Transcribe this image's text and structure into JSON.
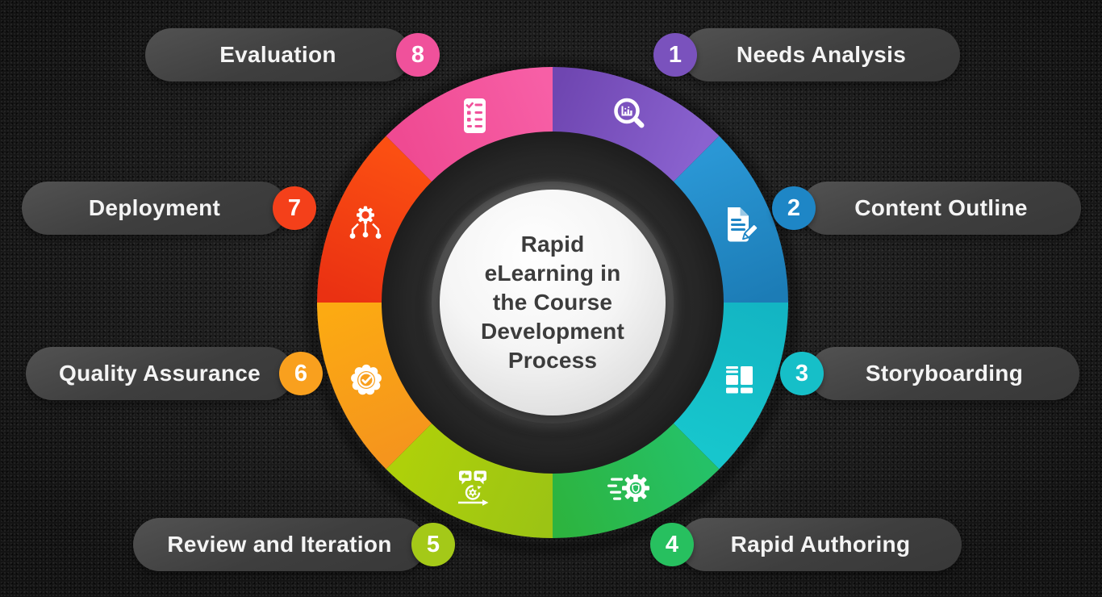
{
  "page": {
    "background_color": "#1f1f1f"
  },
  "center": {
    "title_text": "Rapid eLearning in the Course Development Process",
    "title_lines": [
      "Rapid",
      "eLearning in",
      "the Course",
      "Development",
      "Process"
    ],
    "text_color": "#3c3c3c"
  },
  "steps": [
    {
      "number": "1",
      "label": "Needs Analysis",
      "icon": "magnifier-chart-icon",
      "badge_color": "#7a52bd",
      "wedge_colors": [
        "#6f46b1",
        "#8a62cf"
      ]
    },
    {
      "number": "2",
      "label": "Content Outline",
      "icon": "document-edit-icon",
      "badge_color": "#1e86c6",
      "wedge_colors": [
        "#2a97d5",
        "#1c7cb6"
      ]
    },
    {
      "number": "3",
      "label": "Storyboarding",
      "icon": "layout-grid-icon",
      "badge_color": "#16bfc8",
      "wedge_colors": [
        "#13b5c3",
        "#17c6cd"
      ]
    },
    {
      "number": "4",
      "label": "Rapid Authoring",
      "icon": "speeding-gear-icon",
      "badge_color": "#27c05f",
      "wedge_colors": [
        "#25c167",
        "#2db43f"
      ]
    },
    {
      "number": "5",
      "label": "Review and Iteration",
      "icon": "feedback-iteration-icon",
      "badge_color": "#a4c918",
      "wedge_colors": [
        "#9cc414",
        "#aed00a"
      ]
    },
    {
      "number": "6",
      "label": "Quality Assurance",
      "icon": "badge-check-icon",
      "badge_color": "#f9a01e",
      "wedge_colors": [
        "#f5951d",
        "#fcaa12"
      ]
    },
    {
      "number": "7",
      "label": "Deployment",
      "icon": "gear-network-icon",
      "badge_color": "#f4401a",
      "wedge_colors": [
        "#ea3112",
        "#fb4f12"
      ]
    },
    {
      "number": "8",
      "label": "Evaluation",
      "icon": "checklist-icon",
      "badge_color": "#f0519b",
      "wedge_colors": [
        "#ef4a92",
        "#f75fa6"
      ]
    }
  ]
}
